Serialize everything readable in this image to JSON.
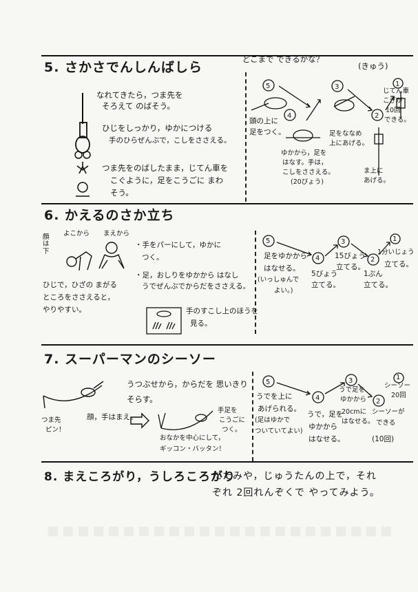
{
  "s5": {
    "title": "5. さかさでんしんばしら",
    "ask": "どこまで できるかな？",
    "grade": "(きゅう)",
    "desc1a": "なれてきたら，つま先を",
    "desc1b": "そろえて のばそう。",
    "desc2a": "ひじをしっかり，ゆかにつける",
    "desc2b": "手のひらぜんぶで，こしをささえる。",
    "desc3a": "つま先をのばしたまま，じてん車を",
    "desc3b": "こぐように，足をこうごに まわ",
    "desc3c": "そう。",
    "l5a": "頭の上に",
    "l5b": "足をつく。",
    "l4a": "ゆかから，足を",
    "l4b": "はなす。手は，",
    "l4c": "こしをささえる。",
    "l4d": "(20びょう)",
    "l3a": "足をななめ",
    "l3b": "上にあげる。",
    "l2a": "ま上に",
    "l2b": "あげる。",
    "l1a": "じてん車",
    "l1b": "こぎが",
    "l1c": "10回",
    "l1d": "できる。"
  },
  "s6": {
    "title": "6. かえるのさか立ち",
    "side": "顔は下",
    "view1": "よこから",
    "view2": "まえから",
    "p1a": "・手をパーにして，ゆかに",
    "p1b": "つく。",
    "p2a": "・足，おしりをゆかから はなし",
    "p2b": "うでぜんぶでからだをささえる。",
    "tipa": "ひじで，ひざの まがる",
    "tipb": "ところをささえると，",
    "tipc": "やりやすい。",
    "look1": "手のすこし上のほうを",
    "look2": "見る。",
    "l5a": "足をゆかから",
    "l5b": "はなせる。",
    "l5c": "(いっしゅんで",
    "l5d": "よい。)",
    "l4a": "5びょう",
    "l4b": "立てる。",
    "l3a": "15びょう",
    "l3b": "立てる。",
    "l2a": "1ぷん",
    "l2b": "立てる。",
    "l1a": "1分いじょう",
    "l1b": "立てる。"
  },
  "s7": {
    "title": "7. スーパーマンのシーソー",
    "d1": "うつぶせから，からだを 思いきり",
    "d2": "そらす。",
    "toe1": "つま先",
    "toe2": "ピン！",
    "face": "顔，手はまえ。",
    "hand1": "手足を",
    "hand2": "こうごに",
    "hand3": "つく。",
    "center1": "おなかを中心にして，",
    "center2": "ギッコン・バッタン！",
    "l5a": "うでを上に",
    "l5b": "あげられる。",
    "l5c": "(足はゆかで",
    "l5d": "ついていてよい)",
    "l4a": "うで，足を",
    "l4b": "ゆかから",
    "l4c": "はなせる。",
    "l3a": "うで足を",
    "l3b": "ゆかから",
    "l3c": "20cmに",
    "l3d": "はなせる。",
    "l2a": "シーソーが",
    "l2b": "できる",
    "l2c": "(10回)",
    "l1a": "シーソー",
    "l1b": "20回"
  },
  "s8": {
    "title": "8. まえころがり，うしろころがり",
    "t1": "たたみや，じゅうたんの上で，それ",
    "t2": "ぞれ 2回れんぞくで やってみよう。"
  },
  "nums": {
    "n1": "1",
    "n2": "2",
    "n3": "3",
    "n4": "4",
    "n5": "5"
  }
}
